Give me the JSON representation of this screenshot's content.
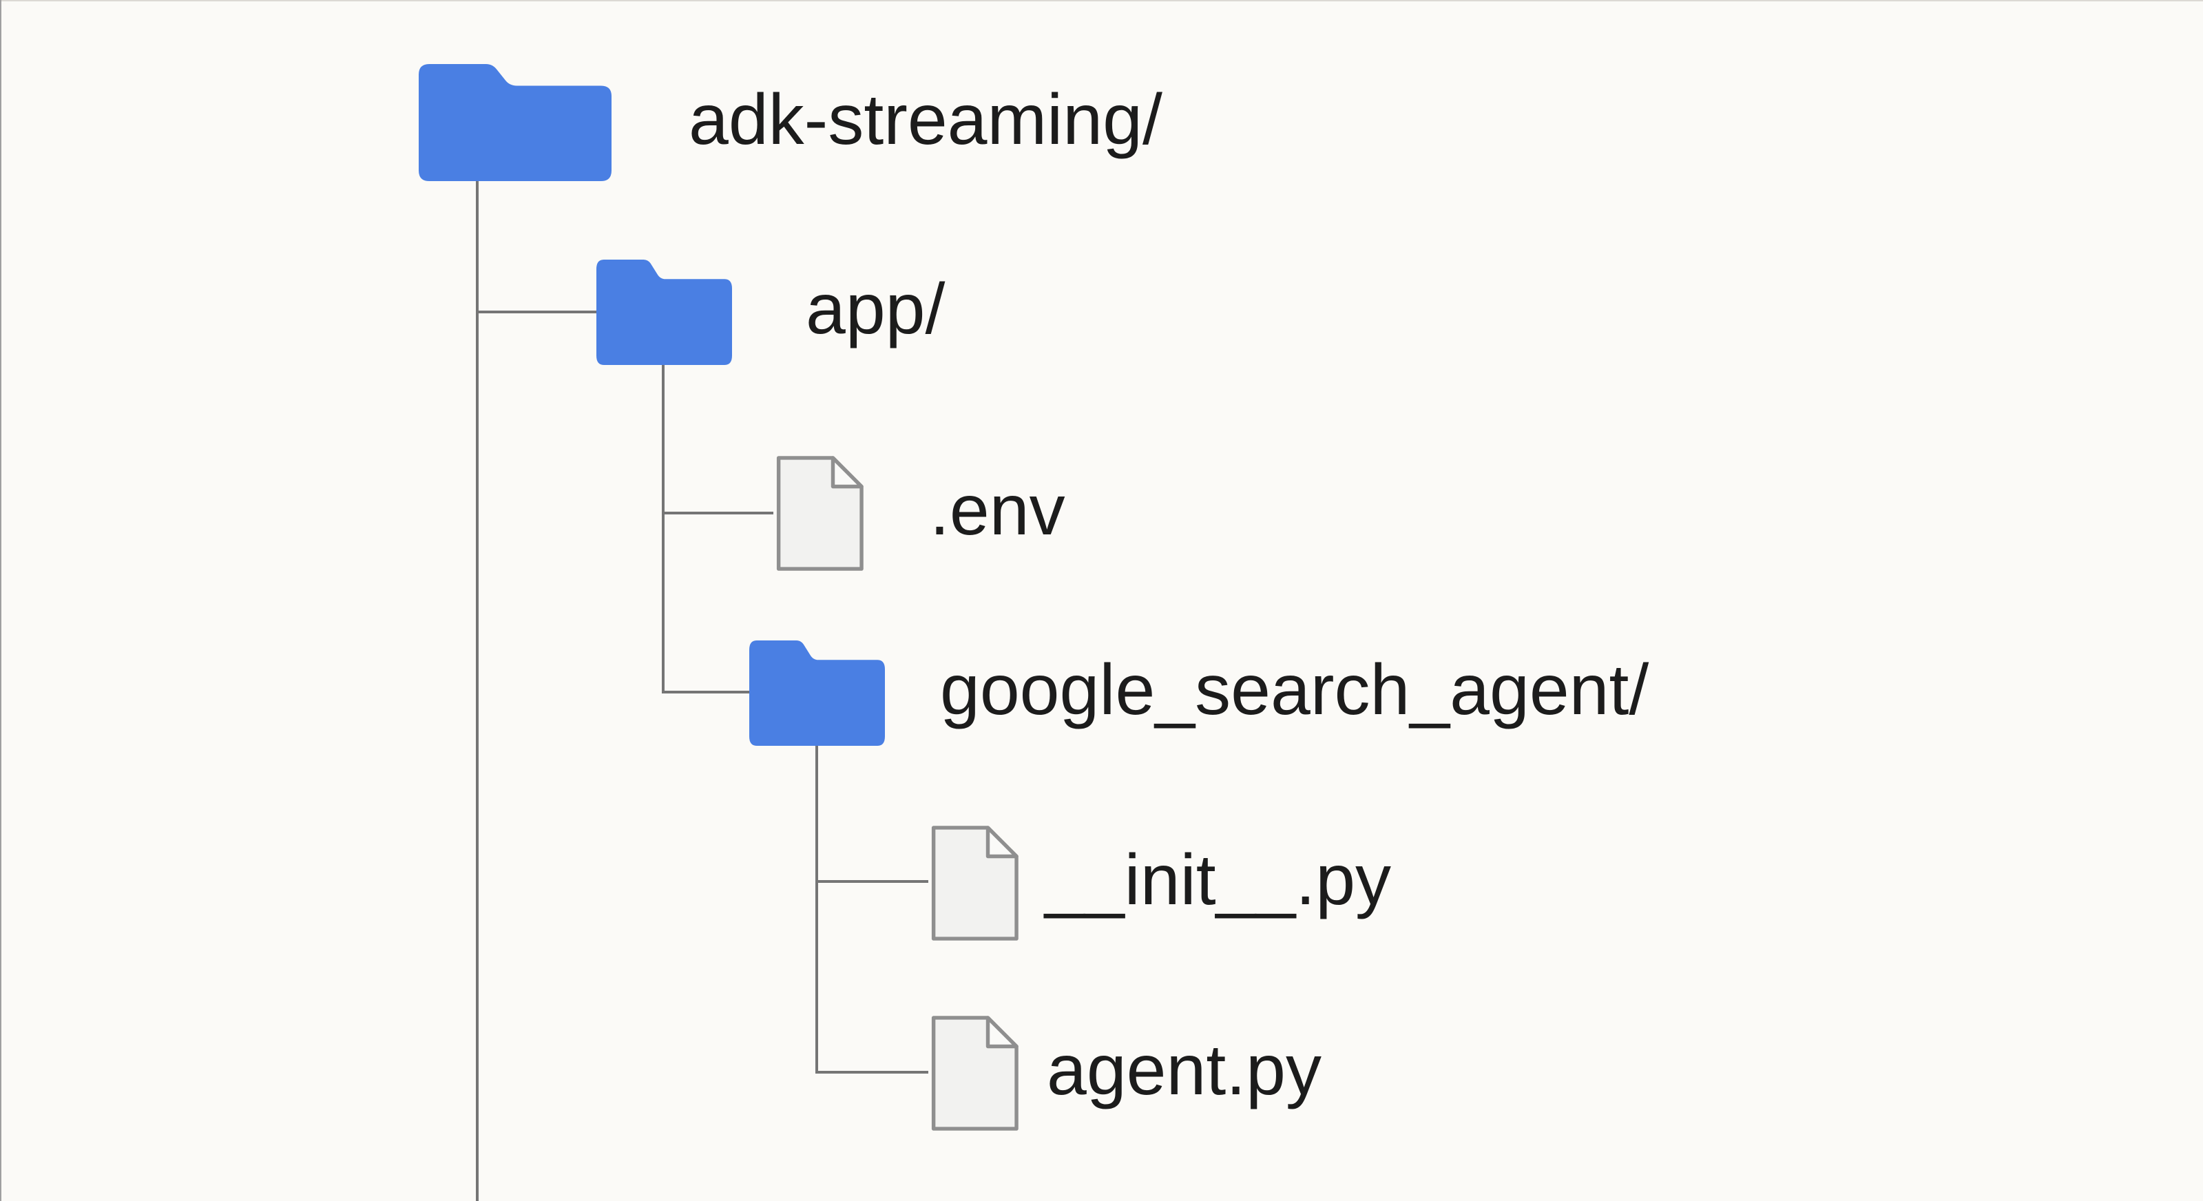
{
  "diagram": {
    "type": "file-tree",
    "nodes": [
      {
        "id": "root",
        "label": "adk-streaming/",
        "kind": "folder",
        "depth": 0
      },
      {
        "id": "app",
        "label": "app/",
        "kind": "folder",
        "depth": 1,
        "parent": "adk-streaming/"
      },
      {
        "id": "env",
        "label": ".env",
        "kind": "file",
        "depth": 2,
        "parent": "app/"
      },
      {
        "id": "gsa",
        "label": "google_search_agent/",
        "kind": "folder",
        "depth": 2,
        "parent": "app/"
      },
      {
        "id": "init",
        "label": "__init__.py",
        "kind": "file",
        "depth": 3,
        "parent": "google_search_agent/"
      },
      {
        "id": "agent",
        "label": "agent.py",
        "kind": "file",
        "depth": 3,
        "parent": "google_search_agent/"
      }
    ]
  },
  "colors": {
    "folder_blue": "#4A7FE3",
    "connector_gray": "#757575",
    "file_fill": "#F2F2F0",
    "file_fold_fill": "#FAFAF8",
    "file_stroke": "#8F8F8F",
    "text": "#1C1C1C",
    "background": "#FBFAF7",
    "edge_border_left": "#A0A0A0",
    "edge_border_top": "#DCD9D4"
  }
}
